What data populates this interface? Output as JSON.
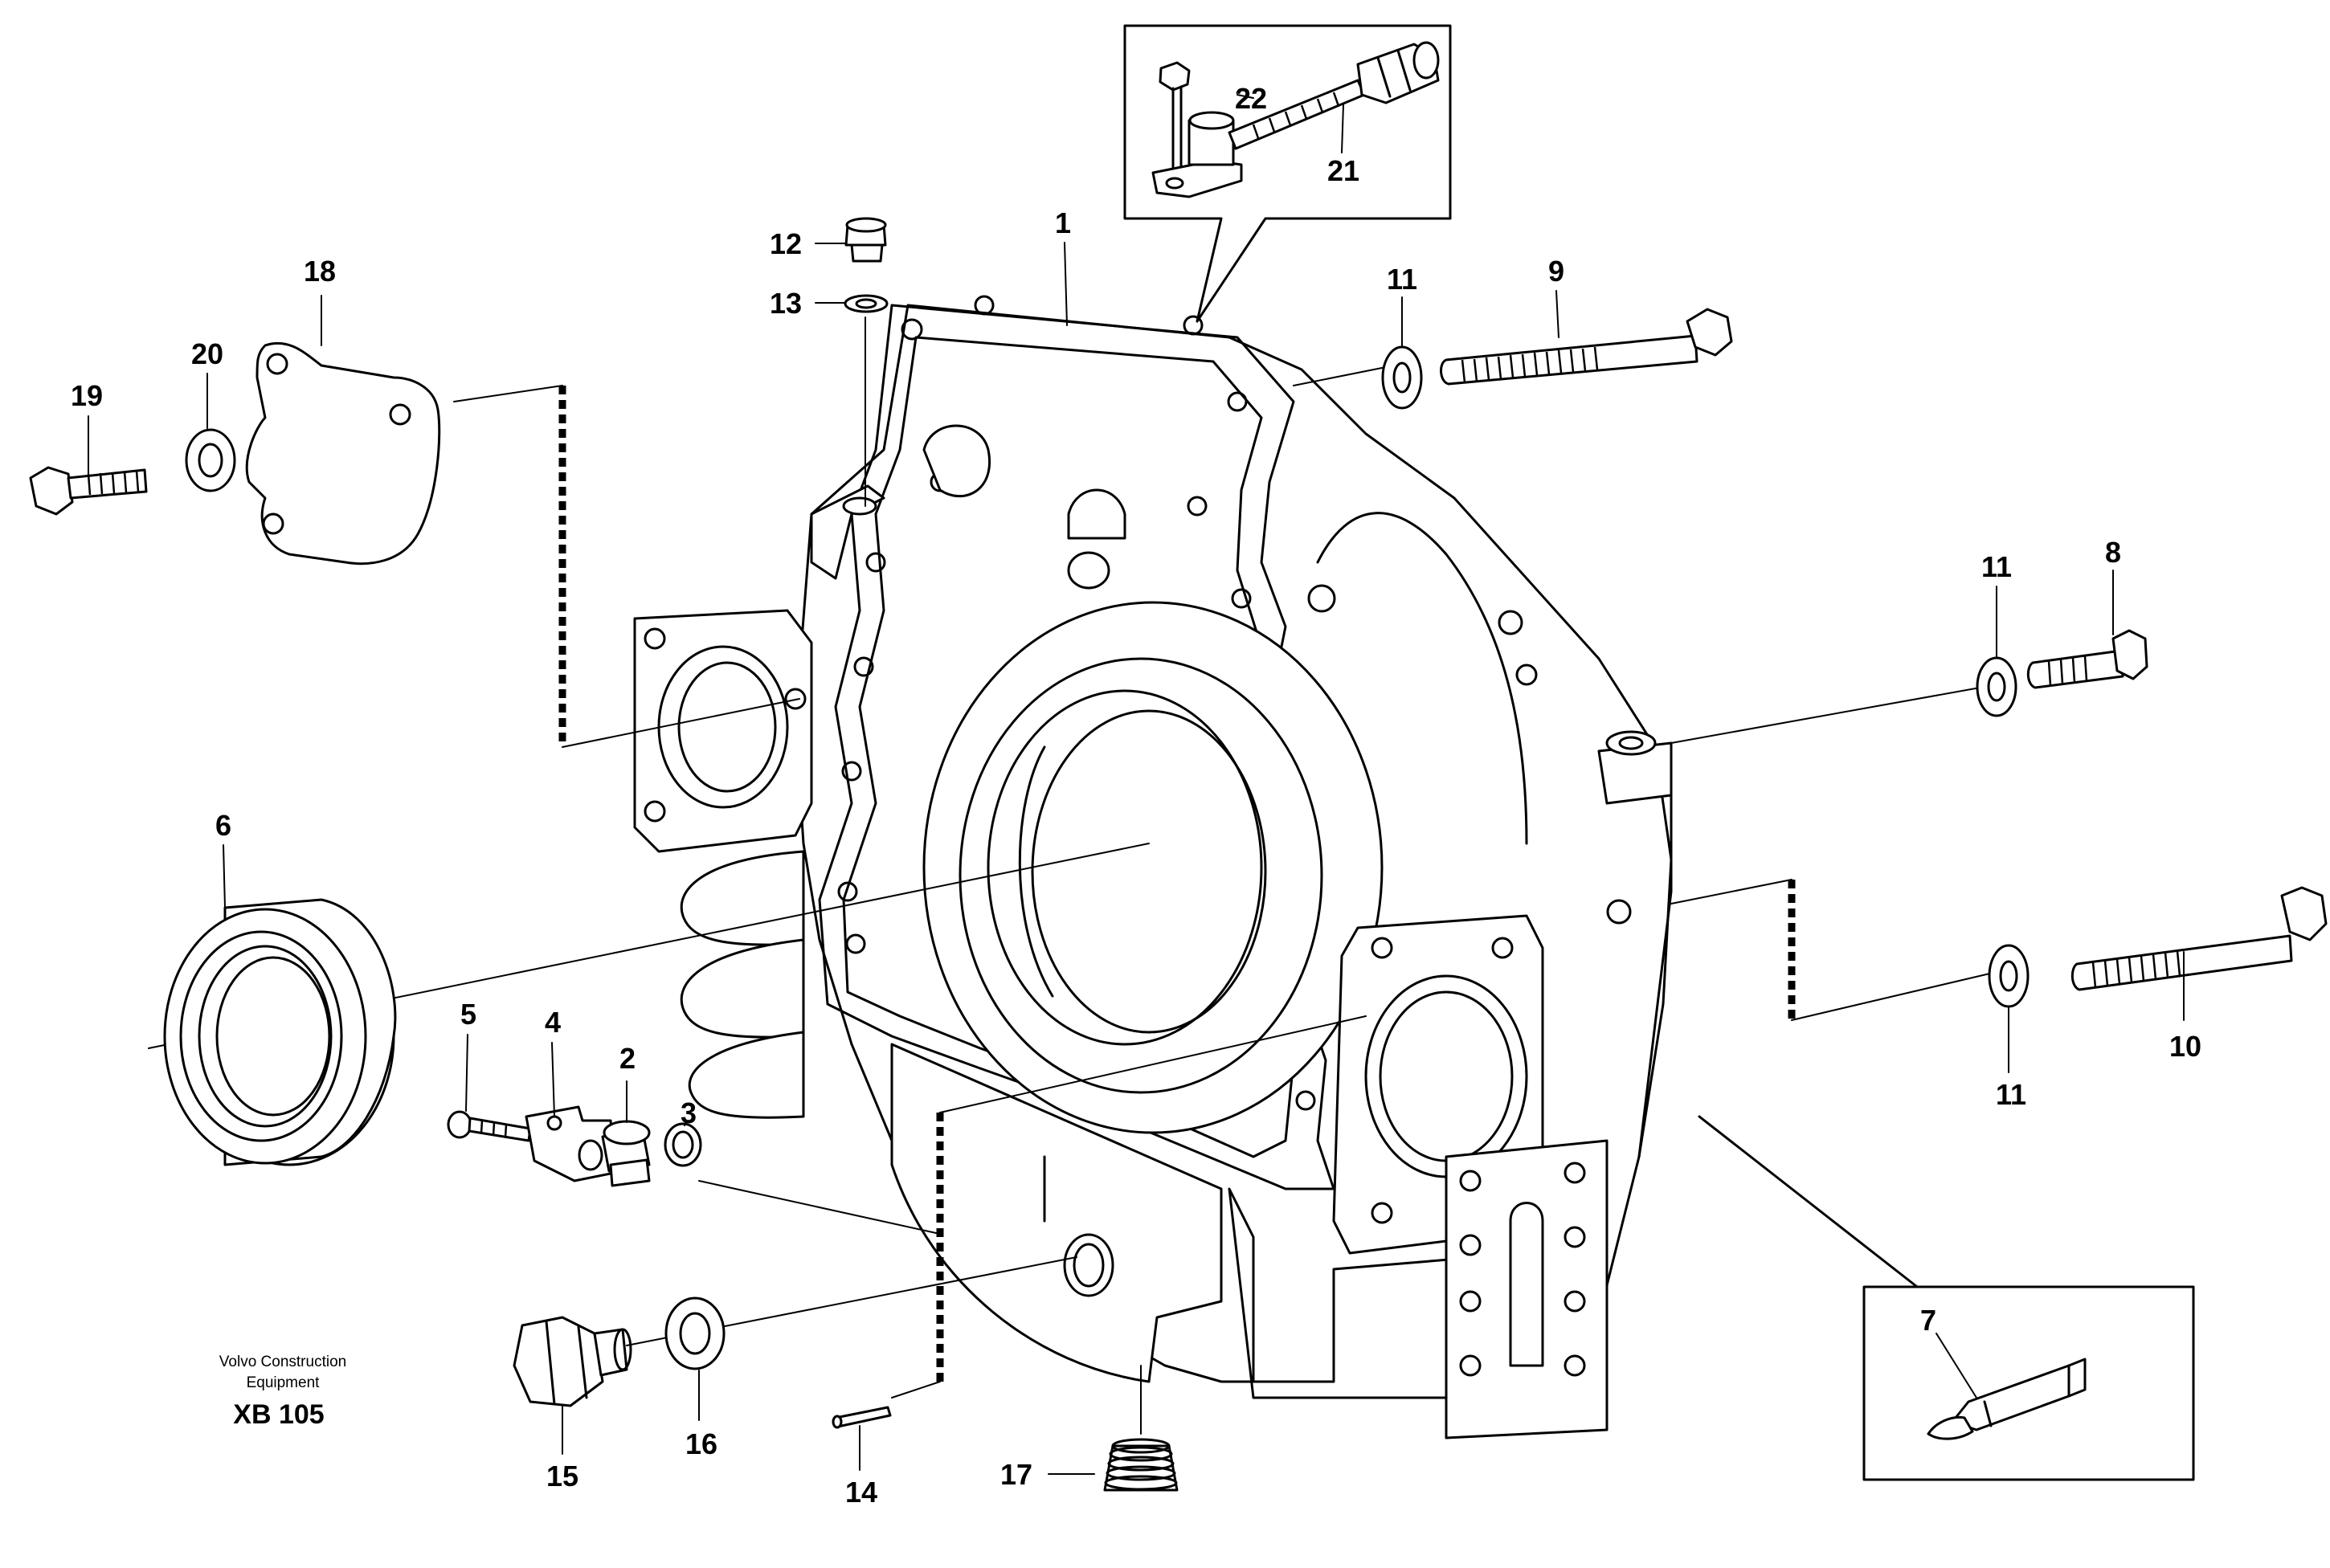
{
  "diagram": {
    "part_labels": [
      "1",
      "2",
      "3",
      "4",
      "5",
      "6",
      "7",
      "8",
      "9",
      "10",
      "11",
      "12",
      "13",
      "14",
      "15",
      "16",
      "17",
      "18",
      "19",
      "20",
      "21",
      "22"
    ],
    "credit_line_1": "Volvo Construction",
    "credit_line_2": "Equipment",
    "drawing_code": "XB 105"
  },
  "colors": {
    "ink": "#000000",
    "paper": "#ffffff"
  }
}
